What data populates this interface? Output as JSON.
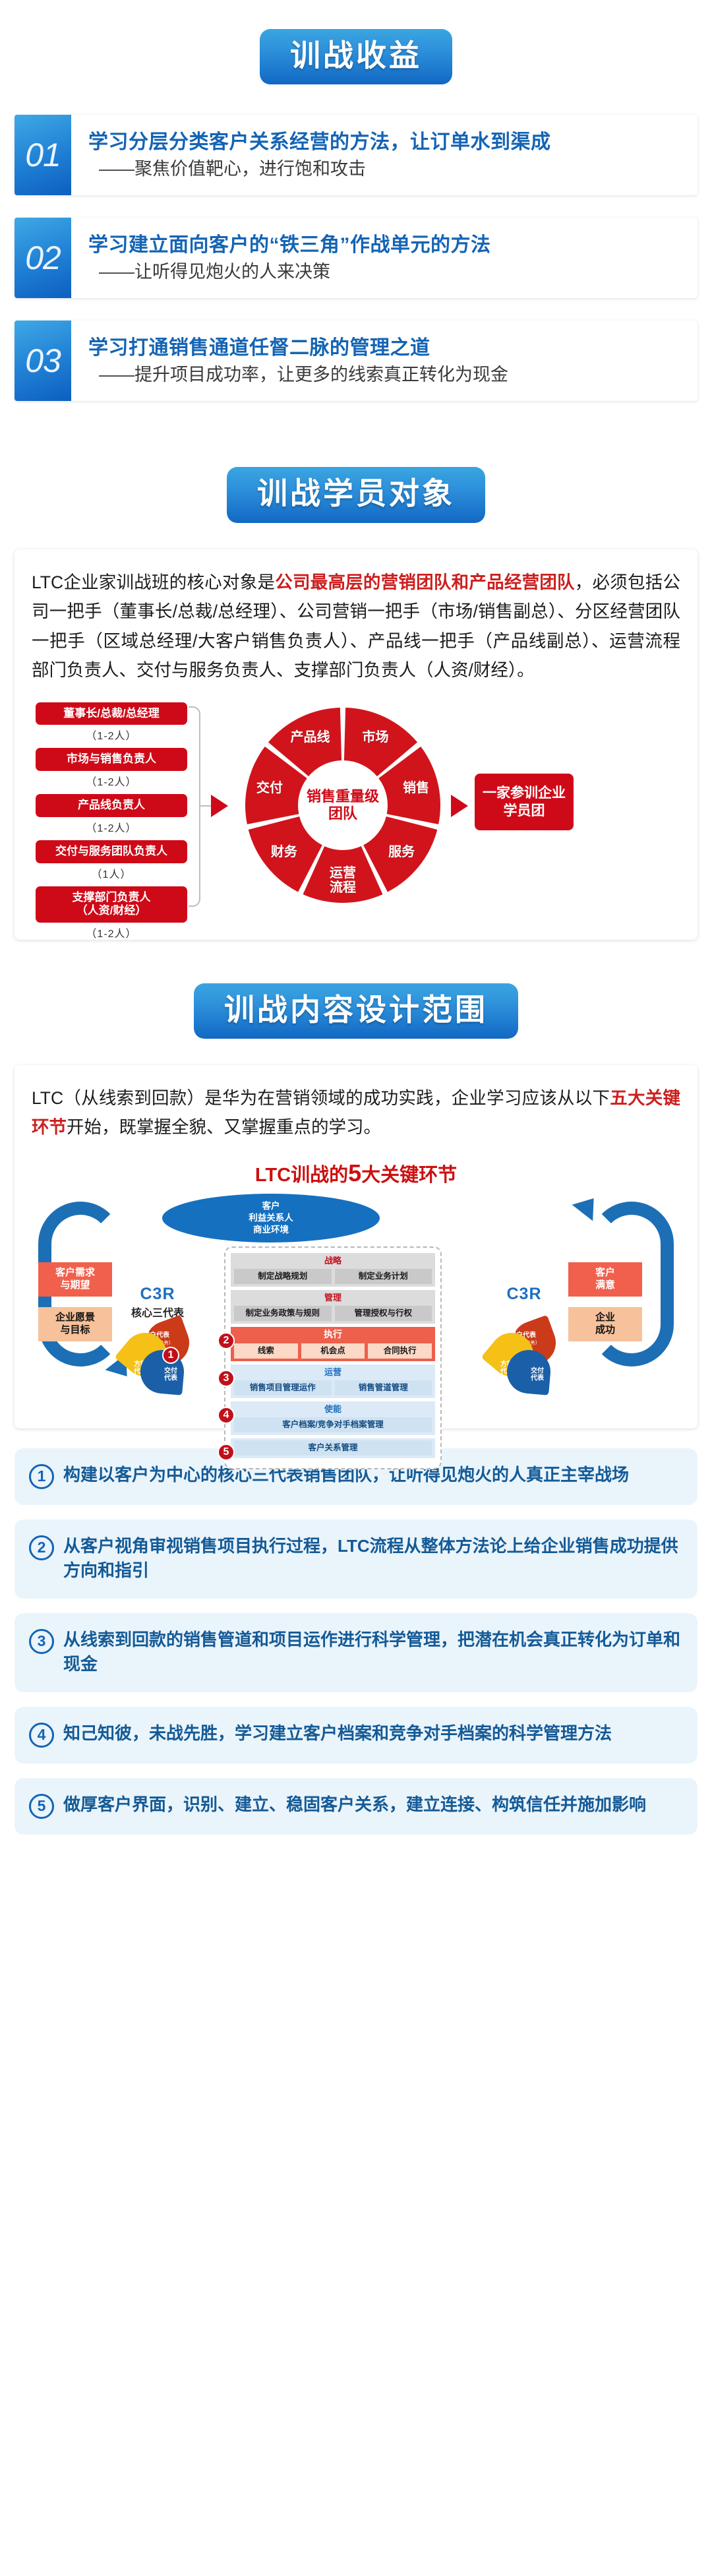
{
  "sections": {
    "benefits_banner": "训战收益",
    "audience_banner": "训战学员对象",
    "scope_banner": "训战内容设计范围"
  },
  "benefits": [
    {
      "num": "01",
      "title": "学习分层分类客户关系经营的方法，让订单水到渠成",
      "sub": "——聚焦价值靶心，进行饱和攻击"
    },
    {
      "num": "02",
      "title": "学习建立面向客户的“铁三角”作战单元的方法",
      "sub": "——让听得见炮火的人来决策"
    },
    {
      "num": "03",
      "title": "学习打通销售通道任督二脉的管理之道",
      "sub": "——提升项目成功率，让更多的线索真正转化为现金"
    }
  ],
  "audience": {
    "paragraph_1": "LTC企业家训战班的核心对象是",
    "paragraph_highlight": "公司最高层的营销团队和产品经营团队",
    "paragraph_2": "，必须包括公司一把手（董事长/总裁/总经理）、公司营销一把手（市场/销售副总）、分区经营团队一把手（区域总经理/大客户销售负责人）、产品线一把手（产品线副总）、运营流程部门负责人、交付与服务负责人、支撑部门负责人（人资/财经）。",
    "roles": [
      {
        "label": "董事长/总裁/总经理",
        "count": "（1-2人）"
      },
      {
        "label": "市场与销售负责人",
        "count": "（1-2人）"
      },
      {
        "label": "产品线负责人",
        "count": "（1-2人）"
      },
      {
        "label": "交付与服务团队负责人",
        "count": "（1人）"
      },
      {
        "label": "支撑部门负责人\n（人资/财经）",
        "count": "（1-2人）"
      }
    ],
    "donut": {
      "center": "销售重量级\n团队",
      "segments": [
        "市场",
        "销售",
        "服务",
        "运营\n流程",
        "财务",
        "交付",
        "产品线"
      ],
      "color": "#d1141c"
    },
    "result_box": "一家参训企业学员团"
  },
  "scope": {
    "paragraph_1": "LTC（从线索到回款）是华为在营销领域的成功实践，企业学习应该从以下",
    "paragraph_highlight": "五大关键环节",
    "paragraph_2": "开始，既掌握全貌、又掌握重点的学习。",
    "diagram": {
      "title_prefix": "LTC训战的",
      "title_big": "5",
      "title_suffix": "大关键环节",
      "ellipse": "客户\n利益关系人\n商业环境",
      "left_chips": [
        {
          "label": "客户需求\n与期望",
          "color": "#f0604d"
        },
        {
          "label": "企业愿景\n与目标",
          "color": "#f6c19b"
        }
      ],
      "right_chips": [
        {
          "label": "客户\n满意",
          "color": "#f0604d"
        },
        {
          "label": "企业\n成功",
          "color": "#f6c19b"
        }
      ],
      "c3r_title": "C3R",
      "c3r_sub": "核心三代表",
      "c3r_lobes": [
        {
          "label": "客户代表",
          "sub": "（关系、商务）",
          "color": "#cb3b1a"
        },
        {
          "label": "方案\n代表",
          "sub": "",
          "color": "#f5c117"
        },
        {
          "label": "交付\n代表",
          "sub": "",
          "color": "#1a5fa8"
        }
      ],
      "bands": [
        {
          "head": "战略",
          "style": "gray",
          "cells": [
            "制定战略规划",
            "制定业务计划"
          ],
          "badge": ""
        },
        {
          "head": "管理",
          "style": "gray",
          "cells": [
            "制定业务政策与规则",
            "管理授权与行权"
          ],
          "badge": ""
        },
        {
          "head": "执行",
          "style": "red",
          "cells": [
            "线索",
            "机会点",
            "合同执行"
          ],
          "badge": "2"
        },
        {
          "head": "运营",
          "style": "blue",
          "cells": [
            "销售项目管理运作",
            "销售管道管理"
          ],
          "badge": "3"
        },
        {
          "head": "使能",
          "style": "blue",
          "cells": [
            "客户档案/竞争对手档案管理"
          ],
          "badge": "4"
        },
        {
          "head": "",
          "style": "blue",
          "cells": [
            "客户关系管理"
          ],
          "badge": "5"
        }
      ],
      "badge_1": "1"
    }
  },
  "key_points": [
    {
      "num": "1",
      "text": "构建以客户为中心的核心三代表销售团队，让听得见炮火的人真正主宰战场"
    },
    {
      "num": "2",
      "text": "从客户视角审视销售项目执行过程，LTC流程从整体方法论上给企业销售成功提供方向和指引"
    },
    {
      "num": "3",
      "text": "从线索到回款的销售管道和项目运作进行科学管理，把潜在机会真正转化为订单和现金"
    },
    {
      "num": "4",
      "text": "知己知彼，未战先胜，学习建立客户档案和竞争对手档案的科学管理方法"
    },
    {
      "num": "5",
      "text": "做厚客户界面，识别、建立、稳固客户关系，建立连接、构筑信任并施加影响"
    }
  ],
  "colors": {
    "blue_banner": "#1268c4",
    "title_blue": "#1464b4",
    "red": "#cf0a18",
    "highlight_red": "#cc1f1f"
  }
}
